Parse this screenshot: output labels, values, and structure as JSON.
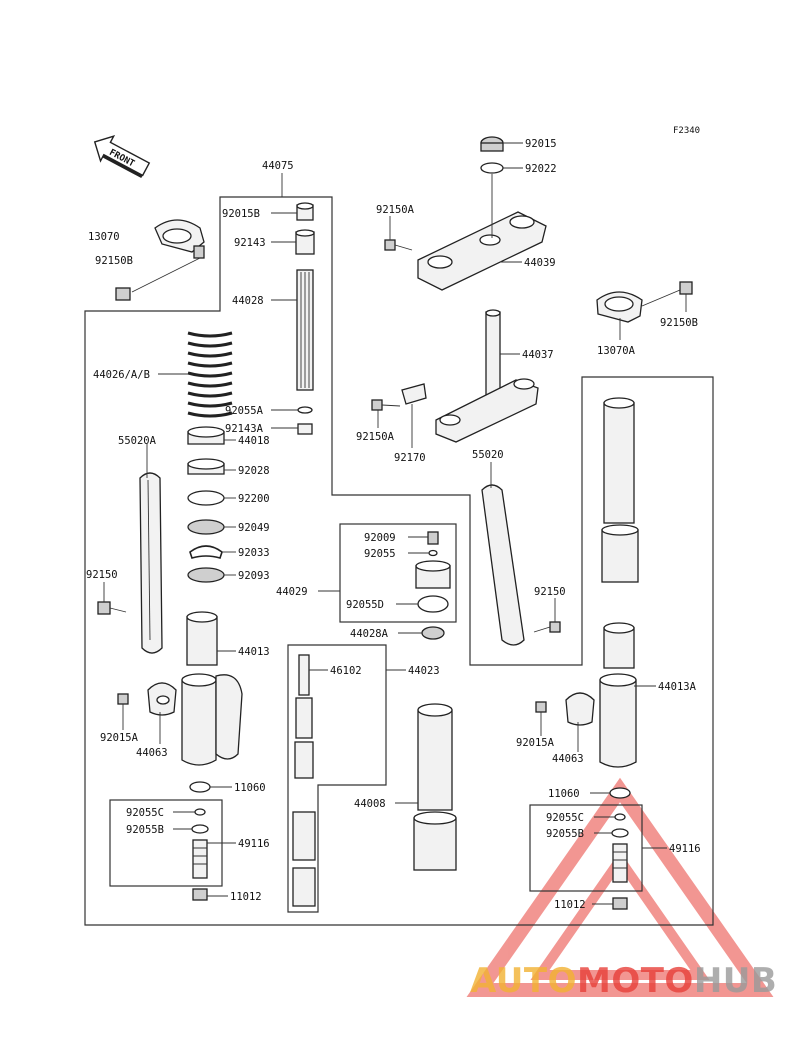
{
  "figure_code": "F2340",
  "front_label": "FRONT",
  "labels": {
    "l44075": "44075",
    "l13070": "13070",
    "l92150B_left": "92150B",
    "l92015B": "92015B",
    "l92143": "92143",
    "l44028": "44028",
    "l44026AB": "44026/A/B",
    "l92055A": "92055A",
    "l92143A": "92143A",
    "l44018": "44018",
    "l92028": "92028",
    "l92200": "92200",
    "l92049": "92049",
    "l92033": "92033",
    "l92093": "92093",
    "l55020A": "55020A",
    "l92150_left": "92150",
    "l44013": "44013",
    "l92015A_left": "92015A",
    "l44063_left": "44063",
    "l11060_left": "11060",
    "l92055C_left": "92055C",
    "l92055B_left": "92055B",
    "l49116_left": "49116",
    "l11012_left": "11012",
    "l92015": "92015",
    "l92022": "92022",
    "l92150A_top": "92150A",
    "l44039": "44039",
    "l92150B_right": "92150B",
    "l13070A": "13070A",
    "l44037": "44037",
    "l92150A_mid": "92150A",
    "l92170": "92170",
    "l55020": "55020",
    "l92009": "92009",
    "l92055": "92055",
    "l44029": "44029",
    "l92055D": "92055D",
    "l44028A": "44028A",
    "l92150_right": "92150",
    "l46102": "46102",
    "l44023": "44023",
    "l44008": "44008",
    "l44013A": "44013A",
    "l92015A_right": "92015A",
    "l44063_right": "44063",
    "l11060_right": "11060",
    "l92055C_right": "92055C",
    "l92055B_right": "92055B",
    "l49116_right": "49116",
    "l11012_right": "11012"
  },
  "watermark": {
    "part1": "AUTO",
    "part2": "MOTO",
    "part3": "HUB",
    "color1": "#f2b233",
    "color2": "#e8413a",
    "color3": "#9a9a9a"
  }
}
